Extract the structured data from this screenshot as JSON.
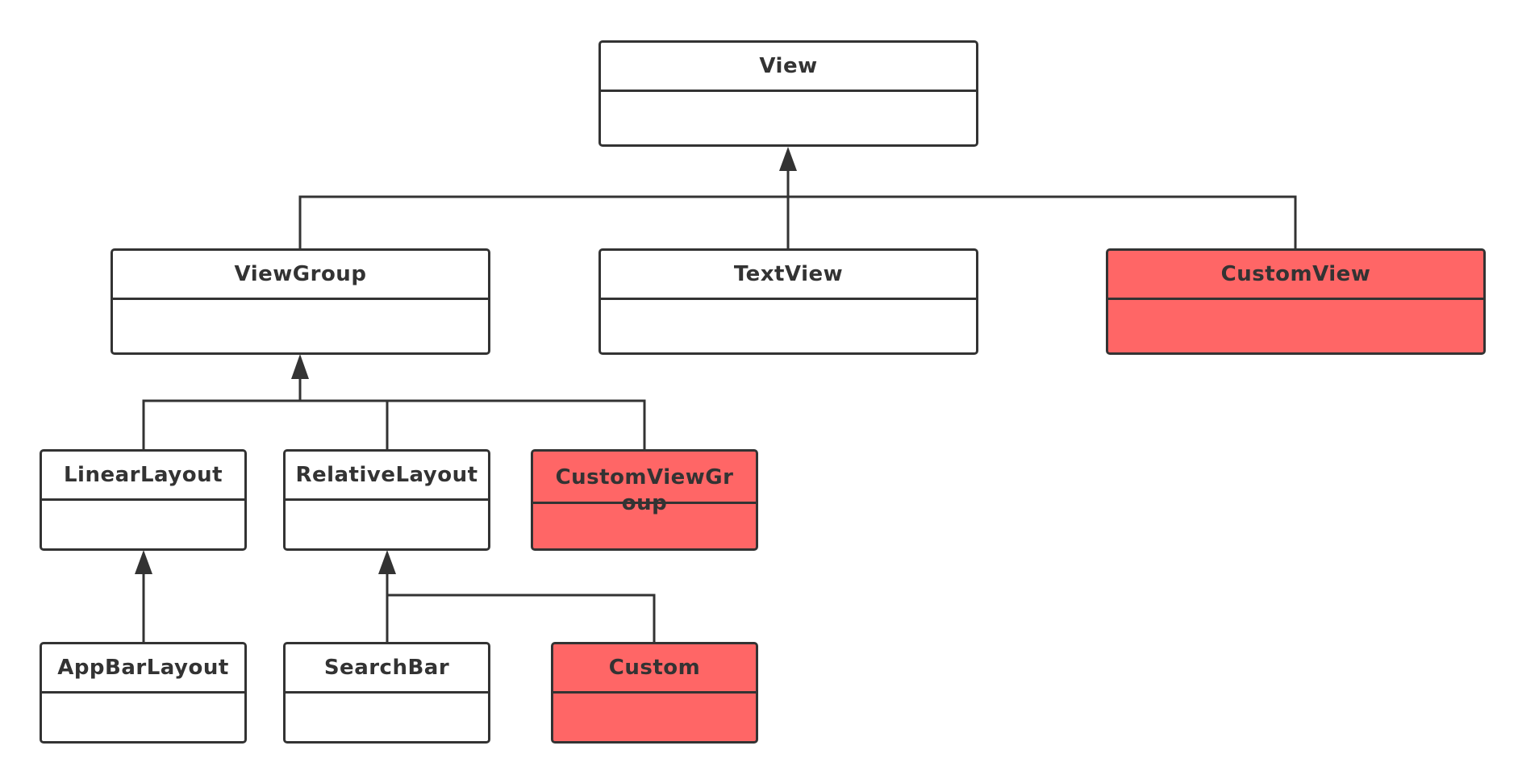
{
  "colors": {
    "stroke": "#333333",
    "box_fill": "#ffffff",
    "custom_fill": "#ff6666",
    "background": "#ffffff"
  },
  "classes": {
    "view": {
      "name": "View"
    },
    "viewgroup": {
      "name": "ViewGroup"
    },
    "textview": {
      "name": "TextView"
    },
    "customview": {
      "name": "CustomView"
    },
    "linearlayout": {
      "name": "LinearLayout"
    },
    "relativelayout": {
      "name": "RelativeLayout"
    },
    "customviewgroup": {
      "name": "CustomViewGroup"
    },
    "appbarlayout": {
      "name": "AppBarLayout"
    },
    "searchbar": {
      "name": "SearchBar"
    },
    "custom": {
      "name": "Custom"
    }
  },
  "inheritance": [
    {
      "parent": "View",
      "children": [
        "ViewGroup",
        "TextView",
        "CustomView"
      ]
    },
    {
      "parent": "ViewGroup",
      "children": [
        "LinearLayout",
        "RelativeLayout",
        "CustomViewGroup"
      ]
    },
    {
      "parent": "LinearLayout",
      "children": [
        "AppBarLayout"
      ]
    },
    {
      "parent": "RelativeLayout",
      "children": [
        "SearchBar",
        "Custom"
      ]
    }
  ]
}
